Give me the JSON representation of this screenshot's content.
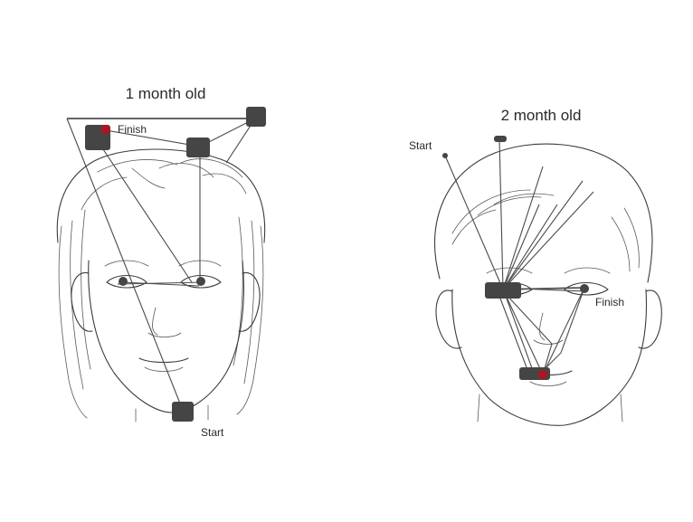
{
  "panels": [
    {
      "title": "1 month old",
      "start_label": "Start",
      "finish_label": "Finish"
    },
    {
      "title": "2 month old",
      "start_label": "Start",
      "finish_label": "Finish"
    }
  ],
  "colors": {
    "finish_marker": "#b3121f",
    "scanpath": "#4a4a4a",
    "face_outline": "#3c3c3c"
  }
}
